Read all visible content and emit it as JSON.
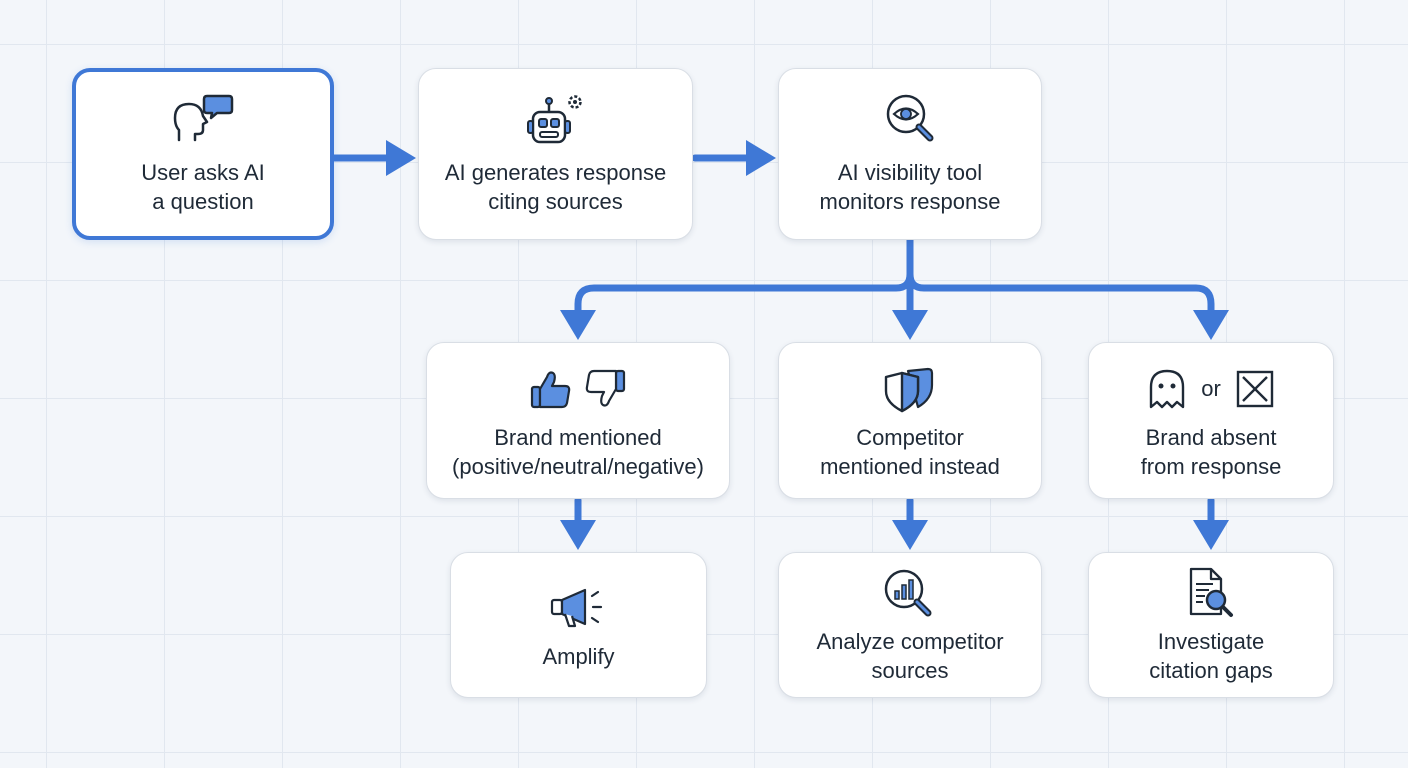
{
  "colors": {
    "accent": "#3f78d6",
    "icon_fill": "#5b8fe0",
    "icon_stroke": "#1f2a37",
    "card_border": "#d9dee5",
    "background": "#f3f6fa"
  },
  "nodes": {
    "user_asks": {
      "label": "User asks AI\na question",
      "icon": "person-speech-icon"
    },
    "ai_generates": {
      "label": "AI generates response\nciting sources",
      "icon": "robot-gear-icon"
    },
    "visibility_tool": {
      "label": "AI visibility tool\nmonitors response",
      "icon": "eye-magnifier-icon"
    },
    "brand_mentioned": {
      "label": "Brand mentioned\n(positive/neutral/negative)",
      "icons": [
        "thumbs-up-icon",
        "thumbs-down-icon"
      ]
    },
    "competitor_mentioned": {
      "label": "Competitor\nmentioned instead",
      "icon": "shield-icon"
    },
    "brand_absent": {
      "label": "Brand absent\nfrom response",
      "icons": [
        "ghost-icon",
        "x-box-icon"
      ],
      "or_text": "or"
    },
    "amplify": {
      "label": "Amplify",
      "icon": "megaphone-icon"
    },
    "analyze": {
      "label": "Analyze competitor\nsources",
      "icon": "chart-magnifier-icon"
    },
    "investigate": {
      "label": "Investigate\ncitation gaps",
      "icon": "document-search-icon"
    }
  }
}
